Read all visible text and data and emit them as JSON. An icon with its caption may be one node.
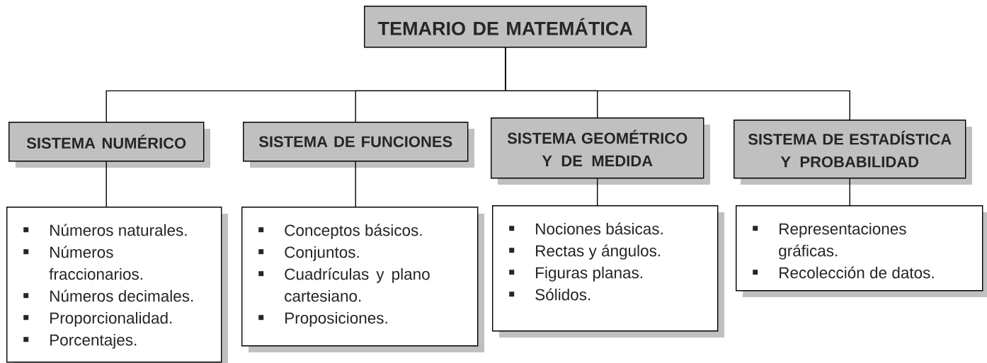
{
  "diagram": {
    "nodes": [
      {
        "text": [
          "TEMARIO DE MATEMÁTICA"
        ]
      },
      {
        "text": [
          "SISTEMA NUMÉRICO"
        ]
      },
      {
        "text": [
          "SISTEMA DE FUNCIONES"
        ]
      },
      {
        "text": [
          "SISTEMA GEOMÉTRICO Y DE MEDIDA"
        ]
      },
      {
        "text": [
          "SISTEMA DE ESTADÍSTICA Y PROBABILIDAD"
        ]
      },
      {
        "text": [
          "Números naturales.",
          "Números fraccionarios.",
          "Números decimales.",
          "Proporcionalidad.",
          "Porcentajes."
        ]
      },
      {
        "text": [
          "Conceptos básicos.",
          "Conjuntos.",
          "Cuadrículas y plano cartesiano.",
          "Proposiciones."
        ]
      },
      {
        "text": [
          "Nociones básicas.",
          "Rectas y ángulos.",
          "Figuras planas.",
          "Sólidos."
        ]
      },
      {
        "text": [
          "Representaciones gráficas.",
          "Recolección de datos."
        ]
      }
    ],
    "edges": [
      {
        "from": 0,
        "to": 1,
        "arrow": "none"
      },
      {
        "from": 0,
        "to": 2,
        "arrow": "none"
      },
      {
        "from": 0,
        "to": 3,
        "arrow": "none"
      },
      {
        "from": 0,
        "to": 4,
        "arrow": "none"
      },
      {
        "from": 1,
        "to": 5,
        "arrow": "none"
      },
      {
        "from": 2,
        "to": 6,
        "arrow": "none"
      },
      {
        "from": 3,
        "to": 7,
        "arrow": "none"
      },
      {
        "from": 4,
        "to": 8,
        "arrow": "none"
      }
    ]
  }
}
